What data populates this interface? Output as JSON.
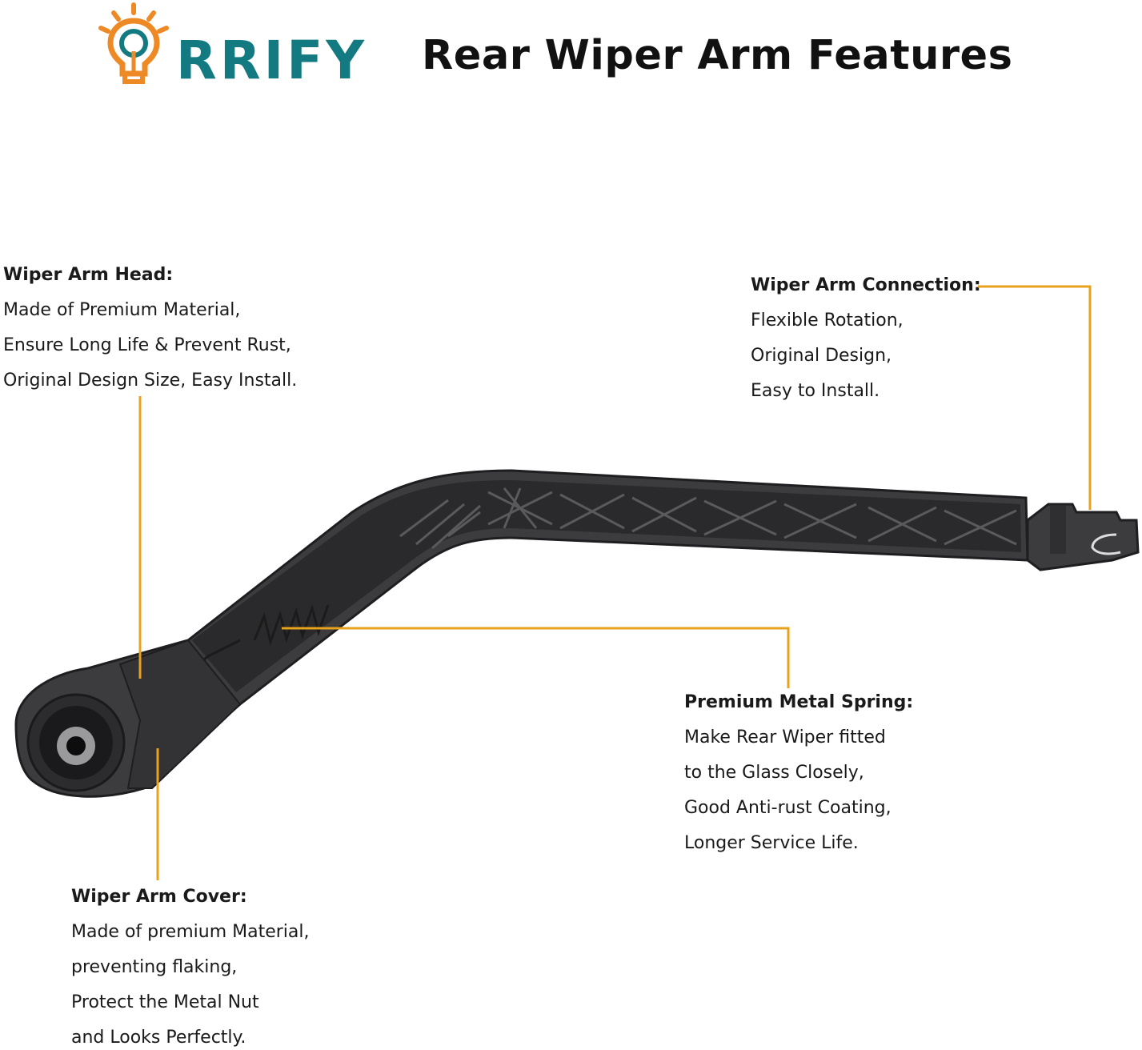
{
  "header": {
    "brand": "RRIFY",
    "title": "Rear Wiper Arm Features"
  },
  "colors": {
    "brand_teal": "#127a80",
    "brand_orange": "#ee8a26",
    "leader_line": "#e8a21c",
    "arm_body": "#3c3c3e"
  },
  "callouts": {
    "head": {
      "title": "Wiper Arm Head:",
      "lines": [
        "Made of Premium Material,",
        "Ensure Long Life & Prevent Rust,",
        "Original Design Size, Easy Install."
      ]
    },
    "connection": {
      "title": "Wiper Arm Connection:",
      "lines": [
        "Flexible Rotation,",
        "Original Design,",
        "Easy to Install."
      ]
    },
    "spring": {
      "title": "Premium Metal Spring:",
      "lines": [
        "Make Rear Wiper fitted",
        "to the Glass Closely,",
        "Good Anti-rust Coating,",
        "Longer Service Life."
      ]
    },
    "cover": {
      "title": "Wiper Arm Cover:",
      "lines": [
        "Made of premium Material,",
        "preventing flaking,",
        "Protect the Metal Nut",
        "and Looks Perfectly."
      ]
    }
  }
}
